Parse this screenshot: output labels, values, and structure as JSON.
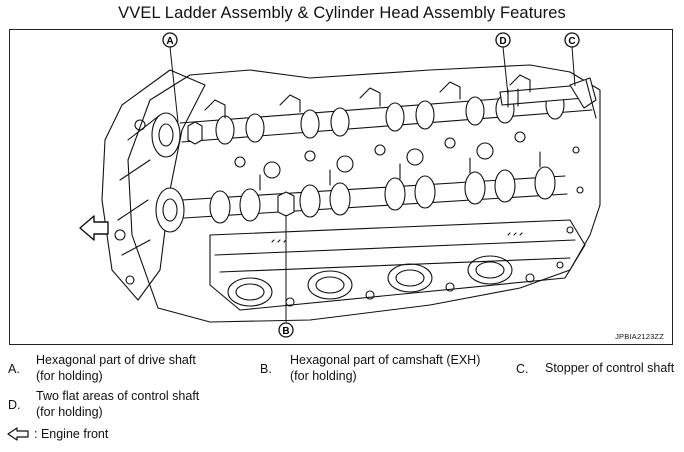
{
  "title": "VVEL Ladder Assembly & Cylinder Head Assembly Features",
  "image_code": "JPBIA2123ZZ",
  "callouts": {
    "a": "A",
    "b": "B",
    "c": "C",
    "d": "D"
  },
  "legend": [
    {
      "key": "A.",
      "line1": "Hexagonal part of drive shaft",
      "line2": "(for holding)"
    },
    {
      "key": "B.",
      "line1": "Hexagonal part of camshaft (EXH)",
      "line2": "(for holding)"
    },
    {
      "key": "C.",
      "line1": "Stopper of control shaft",
      "line2": ""
    },
    {
      "key": "D.",
      "line1": "Two flat areas of control shaft",
      "line2": "(for holding)"
    }
  ],
  "front_note": ": Engine front",
  "icons": {
    "front": "hollow-left-arrow-icon"
  }
}
